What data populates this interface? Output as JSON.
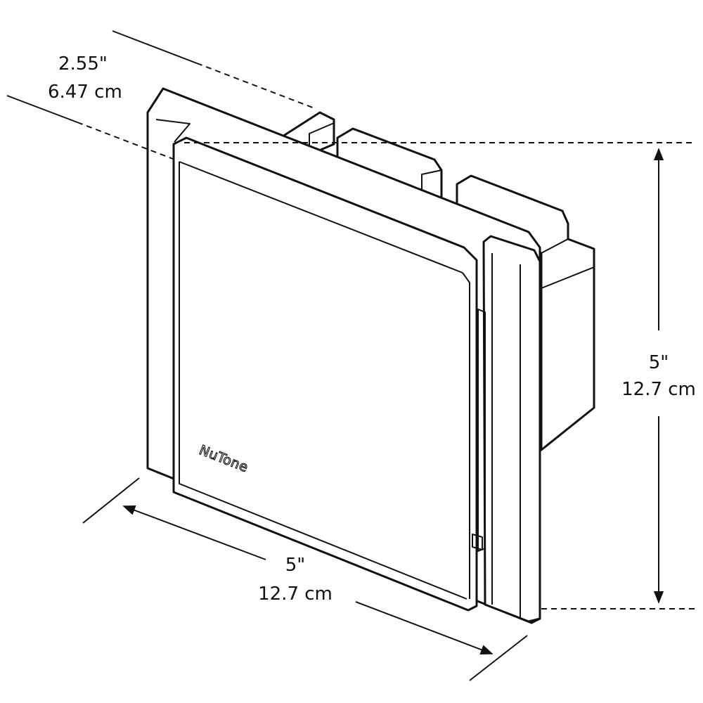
{
  "brand": "NuTone",
  "dimensions": {
    "depth": {
      "imperial": "2.55\"",
      "metric": "6.47 cm"
    },
    "width": {
      "imperial": "5\"",
      "metric": "12.7 cm"
    },
    "height": {
      "imperial": "5\"",
      "metric": "12.7 cm"
    }
  },
  "colors": {
    "ink": "#111111",
    "background": "#ffffff"
  }
}
